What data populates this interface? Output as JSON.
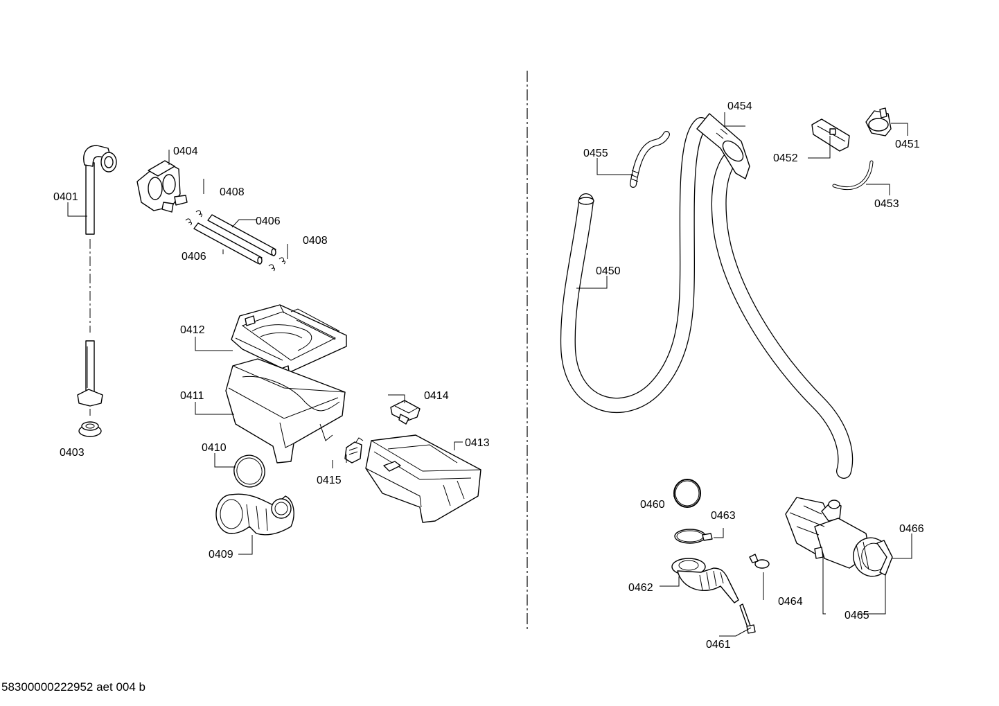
{
  "parts": {
    "p0401": "0401",
    "p0403": "0403",
    "p0404": "0404",
    "p0406a": "0406",
    "p0406b": "0406",
    "p0408a": "0408",
    "p0408b": "0408",
    "p0409": "0409",
    "p0410": "0410",
    "p0411": "0411",
    "p0412": "0412",
    "p0413": "0413",
    "p0414": "0414",
    "p0415": "0415",
    "p0450": "0450",
    "p0451": "0451",
    "p0452": "0452",
    "p0453": "0453",
    "p0454": "0454",
    "p0455": "0455",
    "p0460": "0460",
    "p0461": "0461",
    "p0462": "0462",
    "p0463": "0463",
    "p0464": "0464",
    "p0465": "0465",
    "p0466": "0466"
  },
  "footer": {
    "code": "58300000222952 aet 004 b"
  }
}
